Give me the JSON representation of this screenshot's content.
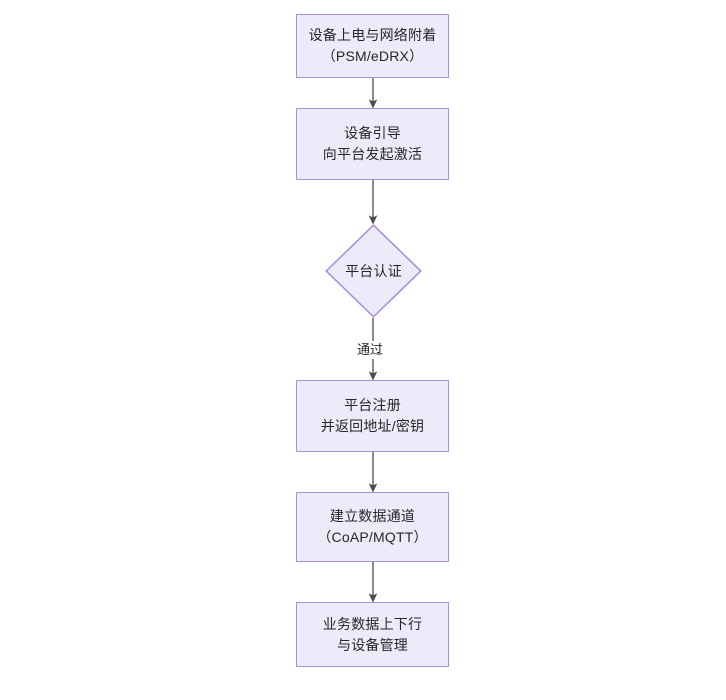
{
  "diagram": {
    "type": "flowchart",
    "orientation": "top-to-bottom",
    "background_color": "#ffffff",
    "node_fill_color": "#ecebfa",
    "node_border_color": "#ab8fdc",
    "edge_color": "#4d4d4d",
    "text_color": "#262626",
    "nodes": [
      {
        "id": "n1",
        "shape": "rectangle",
        "lines": [
          "设备上电与网络附着",
          "（PSM/eDRX）"
        ]
      },
      {
        "id": "n2",
        "shape": "rectangle",
        "lines": [
          "设备引导",
          "向平台发起激活"
        ]
      },
      {
        "id": "n3",
        "shape": "diamond",
        "lines": [
          "平台认证"
        ]
      },
      {
        "id": "n4",
        "shape": "rectangle",
        "lines": [
          "平台注册",
          "并返回地址/密钥"
        ]
      },
      {
        "id": "n5",
        "shape": "rectangle",
        "lines": [
          "建立数据通道",
          "（CoAP/MQTT）"
        ]
      },
      {
        "id": "n6",
        "shape": "rectangle",
        "lines": [
          "业务数据上下行",
          "与设备管理"
        ]
      }
    ],
    "edges": [
      {
        "id": "e1",
        "from": "n1",
        "to": "n2",
        "label": ""
      },
      {
        "id": "e2",
        "from": "n2",
        "to": "n3",
        "label": ""
      },
      {
        "id": "e3",
        "from": "n3",
        "to": "n4",
        "label": "通过"
      },
      {
        "id": "e4",
        "from": "n4",
        "to": "n5",
        "label": ""
      },
      {
        "id": "e5",
        "from": "n5",
        "to": "n6",
        "label": ""
      }
    ]
  }
}
